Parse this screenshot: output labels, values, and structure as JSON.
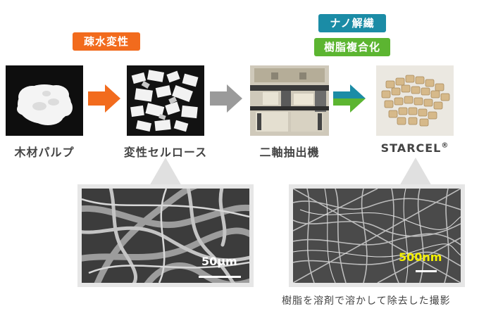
{
  "steps": [
    {
      "label": "木材パルプ"
    },
    {
      "label": "変性セルロース"
    },
    {
      "label": "二軸抽出機"
    },
    {
      "label": "STARCEL",
      "mark": "®"
    }
  ],
  "tags": {
    "hydrophobic": "疎水変性",
    "nano": "ナノ解繊",
    "composite": "樹脂複合化"
  },
  "sem_left": {
    "scale": "50μm"
  },
  "sem_right": {
    "scale": "500nm"
  },
  "caption": "樹脂を溶剤で溶かして除去した撮影",
  "colors": {
    "orange": "#f26b1d",
    "gray_arrow": "#9a9a9a",
    "teal": "#1b8ca6",
    "green": "#5cb531"
  }
}
